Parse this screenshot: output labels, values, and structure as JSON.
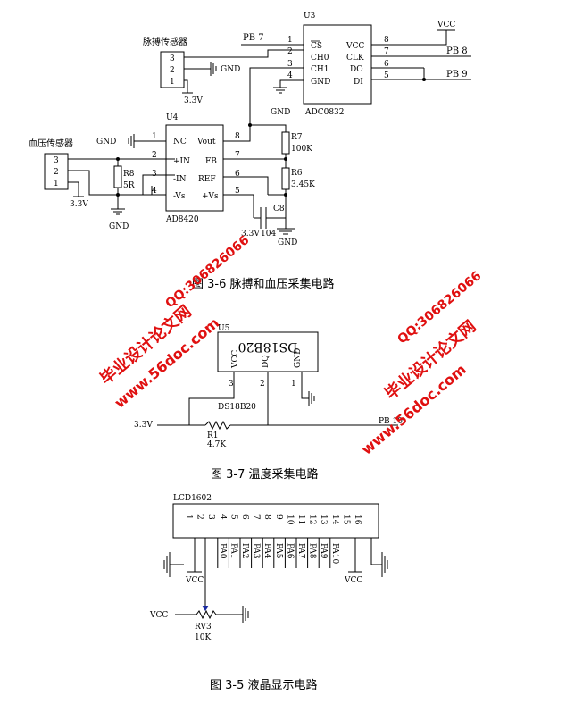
{
  "fig1": {
    "caption": "图 3-6 脉搏和血压采集电路",
    "pulse_sensor": {
      "label": "脉搏传感器",
      "pins": [
        "3",
        "2",
        "1"
      ],
      "gnd": "GND",
      "v33": "3.3V"
    },
    "bp_sensor": {
      "label": "血压传感器",
      "pins": [
        "3",
        "2",
        "1"
      ],
      "v33": "3.3V"
    },
    "u3": {
      "ref": "U3",
      "part": "ADC0832",
      "left_pins": [
        {
          "num": "1",
          "name": "CS"
        },
        {
          "num": "2",
          "name": "CH0"
        },
        {
          "num": "3",
          "name": "CH1"
        },
        {
          "num": "4",
          "name": "GND"
        }
      ],
      "right_pins": [
        {
          "num": "8",
          "name": "VCC"
        },
        {
          "num": "7",
          "name": "CLK"
        },
        {
          "num": "6",
          "name": "DO"
        },
        {
          "num": "5",
          "name": "DI"
        }
      ],
      "gnd": "GND"
    },
    "net_pb7": "PB 7",
    "net_vcc": "VCC",
    "net_pb8": "PB 8",
    "net_pb9": "PB 9",
    "u4": {
      "ref": "U4",
      "part": "AD8420",
      "left_pins": [
        {
          "num": "1",
          "name": "NC"
        },
        {
          "num": "2",
          "name": "+IN"
        },
        {
          "num": "3",
          "name": "-IN"
        },
        {
          "num": "4",
          "name": "-Vs"
        }
      ],
      "right_pins": [
        {
          "num": "8",
          "name": "Vout"
        },
        {
          "num": "7",
          "name": "FB"
        },
        {
          "num": "6",
          "name": "REF"
        },
        {
          "num": "5",
          "name": "+Vs"
        }
      ]
    },
    "gnd_nc": "GND",
    "r7": {
      "ref": "R7",
      "value": "100K"
    },
    "r6": {
      "ref": "R6",
      "value": "3.45K"
    },
    "r8": {
      "ref": "R8",
      "value": "5R"
    },
    "c8": {
      "ref": "C8",
      "value": "104"
    },
    "gnd_r8": "GND",
    "gnd_c8": "GND",
    "v33_c8": "3.3V"
  },
  "fig2": {
    "caption": "图 3-7 温度采集电路",
    "u5": {
      "ref": "U5",
      "part": "DS18B20",
      "pins": [
        {
          "num": "3",
          "name": "VCC"
        },
        {
          "num": "2",
          "name": "DQ"
        },
        {
          "num": "1",
          "name": "GND"
        }
      ]
    },
    "net_label": "DS18B20",
    "v33": "3.3V",
    "r1": {
      "ref": "R1",
      "value": "4.7K"
    },
    "net_pb10": "PB 10"
  },
  "fig3": {
    "caption": "图 3-5 液晶显示电路",
    "lcd": {
      "ref": "LCD1602",
      "pin_numbers": [
        "1",
        "2",
        "3",
        "4",
        "5",
        "6",
        "7",
        "8",
        "9",
        "10",
        "11",
        "12",
        "13",
        "14",
        "15",
        "16"
      ]
    },
    "bus_labels": [
      "PA0",
      "PA1",
      "PA2",
      "PA3",
      "PA4",
      "PA5",
      "PA6",
      "PA7",
      "PA8",
      "PA9",
      "PA10"
    ],
    "vcc_left": "VCC",
    "vcc_right": "VCC",
    "vcc_pot": "VCC",
    "rv3": {
      "ref": "RV3",
      "value": "10K"
    }
  },
  "watermarks": {
    "left_site": "毕业设计论文网",
    "left_url": "www.56doc.com",
    "left_qq": "QQ:306826066",
    "right_site": "毕业设计论文网",
    "right_url": "www.56doc.com",
    "right_qq": "QQ:306826066"
  }
}
